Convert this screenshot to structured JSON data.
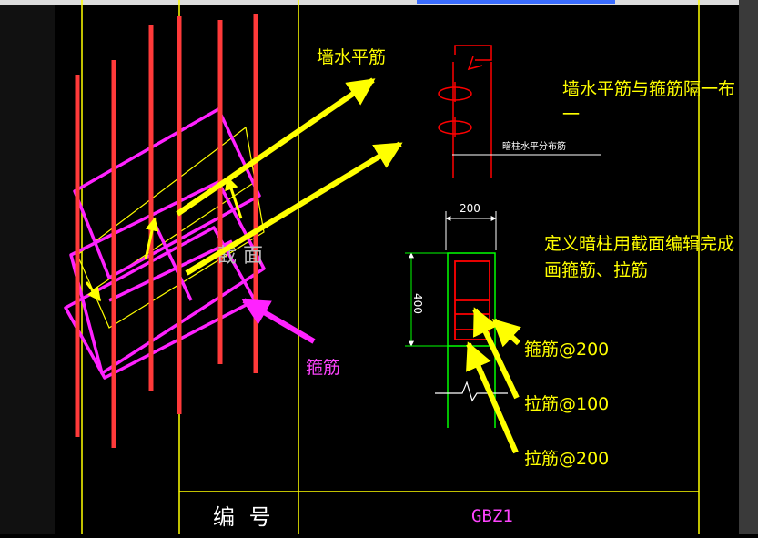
{
  "colors": {
    "background": "#000000",
    "rebar": "#ff3a3a",
    "annotation_yellow": "#ffff00",
    "stirrup_magenta": "#ff22ff",
    "frame_yellow": "#ffff00",
    "section_green": "#00ff00",
    "dimension": "#ffffff",
    "label_magenta": "#ff44ff",
    "drawing_red": "#ff0000"
  },
  "labels": {
    "wall_horizontal_bar": "墙水平筋",
    "wall_bar_stirrup_alternate": "墙水平筋与箍筋隔一布一",
    "define_hidden_column": "定义暗柱用截面编辑完成画箍筋、拉筋",
    "stirrup": "箍筋",
    "stirrup_spacing": "箍筋@200",
    "tie_100": "拉筋@100",
    "tie_200": "拉筋@200",
    "detail_caption": "暗柱水平分布筋",
    "dim_width": "200",
    "dim_height": "400",
    "table_number_label": "编 号",
    "table_number_value": "GBZ1",
    "section_watermark": "截 面"
  },
  "icons": {
    "arrow": "arrow-icon"
  }
}
